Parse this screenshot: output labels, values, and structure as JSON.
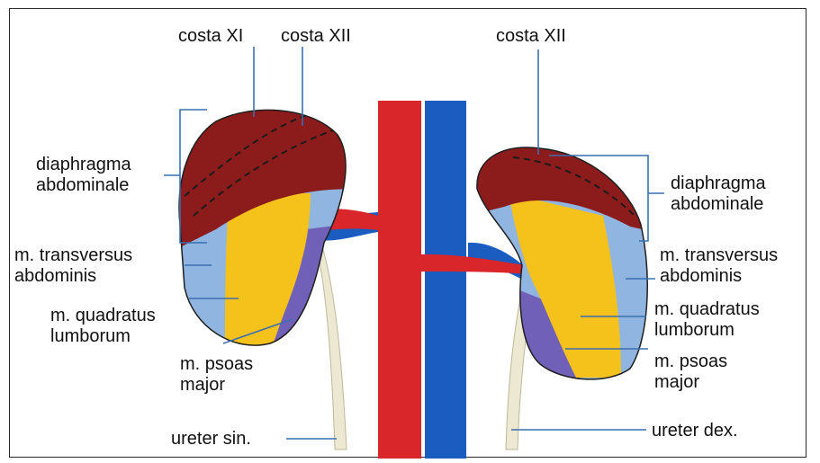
{
  "labels": {
    "costa_xi_left": "costa XI",
    "costa_xii_left": "costa XII",
    "costa_xii_right": "costa XII",
    "diaphragma_left": [
      "diaphragma",
      "abdominale"
    ],
    "diaphragma_right": [
      "diaphragma",
      "abdominale"
    ],
    "transversus_left": [
      "m. transversus",
      "abdominis"
    ],
    "transversus_right": [
      "m. transversus",
      "abdominis"
    ],
    "quadratus_left": [
      "m. quadratus",
      "lumborum"
    ],
    "quadratus_right": [
      "m. quadratus",
      "lumborum"
    ],
    "psoas_left": [
      "m. psoas",
      "major"
    ],
    "psoas_right": [
      "m. psoas",
      "major"
    ],
    "ureter_left": "ureter sin.",
    "ureter_right": "ureter dex."
  },
  "colors": {
    "diaphragm": "#8c1c1c",
    "transversus": "#8fb5e0",
    "quadratus": "#f5c21b",
    "psoas": "#7060b8",
    "artery": "#d8262a",
    "vein": "#1a5cc0",
    "ureter": "#ece8d2",
    "leader_line": "#3a6fb0"
  }
}
